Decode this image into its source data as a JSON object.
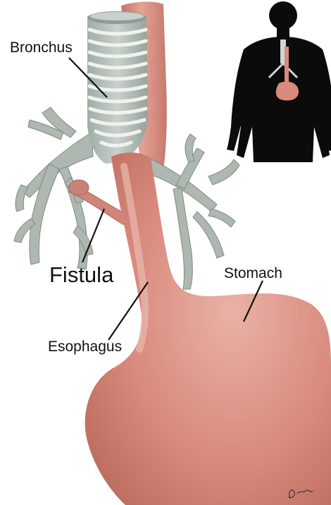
{
  "labels": {
    "bronchus": "Bronchus",
    "fistula": "Fistula",
    "stomach": "Stomach",
    "esophagus": "Esophagus"
  },
  "signature": "Dan Dr",
  "colors": {
    "esophagus_fill": "#d98a7c",
    "stomach_fill": "#db9386",
    "trachea_fill": "#b9c4bd",
    "trachea_ring": "#f1f2ec",
    "bronchi_fill": "#aeb8b0",
    "silhouette": "#0b0b0b",
    "line": "#111111"
  }
}
